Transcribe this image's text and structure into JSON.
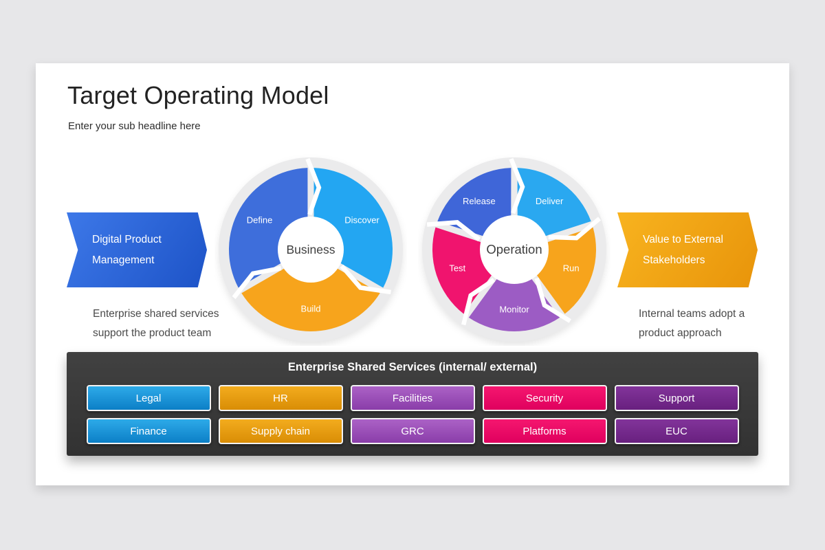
{
  "colors": {
    "page_bg": "#e7e7e9",
    "slide_bg": "#ffffff",
    "panel_bg": "#3b3b3b",
    "wheel_ring": "#ebebec",
    "center_text": "#3e3e3e"
  },
  "slide": {
    "title": "Target Operating Model",
    "subtitle": "Enter your sub headline here"
  },
  "left_flow": {
    "arrow_line1": "Digital Product",
    "arrow_line2": "Management",
    "caption_line1": "Enterprise shared services",
    "caption_line2": "support the product team",
    "arrow_gradient": [
      "#3d78e8",
      "#1d53c7"
    ]
  },
  "right_flow": {
    "arrow_line1": "Value to External",
    "arrow_line2": "Stakeholders",
    "caption_line1": "Internal teams adopt a",
    "caption_line2": "product approach",
    "arrow_gradient": [
      "#f8b31f",
      "#e8940a"
    ]
  },
  "wheels": [
    {
      "center_label": "Business",
      "segments": [
        {
          "label": "Discover",
          "color": "#23a6f2"
        },
        {
          "label": "Build",
          "color": "#f7a41c"
        },
        {
          "label": "Define",
          "color": "#3e6edb"
        }
      ]
    },
    {
      "center_label": "Operation",
      "segments": [
        {
          "label": "Deliver",
          "color": "#2aa8f0"
        },
        {
          "label": "Run",
          "color": "#f7a41c"
        },
        {
          "label": "Monitor",
          "color": "#9c5cc4"
        },
        {
          "label": "Test",
          "color": "#f0146e"
        },
        {
          "label": "Release",
          "color": "#3f66d8"
        }
      ]
    }
  ],
  "shared_services": {
    "title": "Enterprise Shared Services (internal/ external)",
    "palette": {
      "blue": [
        "#2daae9",
        "#0c7fc6"
      ],
      "orange": [
        "#f3ac1e",
        "#d98d05"
      ],
      "purple": [
        "#ab62c6",
        "#8a3da9"
      ],
      "pink": [
        "#f5176f",
        "#df005e"
      ],
      "violet": [
        "#82349a",
        "#68207f"
      ]
    },
    "rows": [
      [
        {
          "label": "Legal",
          "color": "blue"
        },
        {
          "label": "HR",
          "color": "orange"
        },
        {
          "label": "Facilities",
          "color": "purple"
        },
        {
          "label": "Security",
          "color": "pink"
        },
        {
          "label": "Support",
          "color": "violet"
        }
      ],
      [
        {
          "label": "Finance",
          "color": "blue"
        },
        {
          "label": "Supply chain",
          "color": "orange"
        },
        {
          "label": "GRC",
          "color": "purple"
        },
        {
          "label": "Platforms",
          "color": "pink"
        },
        {
          "label": "EUC",
          "color": "violet"
        }
      ]
    ]
  }
}
